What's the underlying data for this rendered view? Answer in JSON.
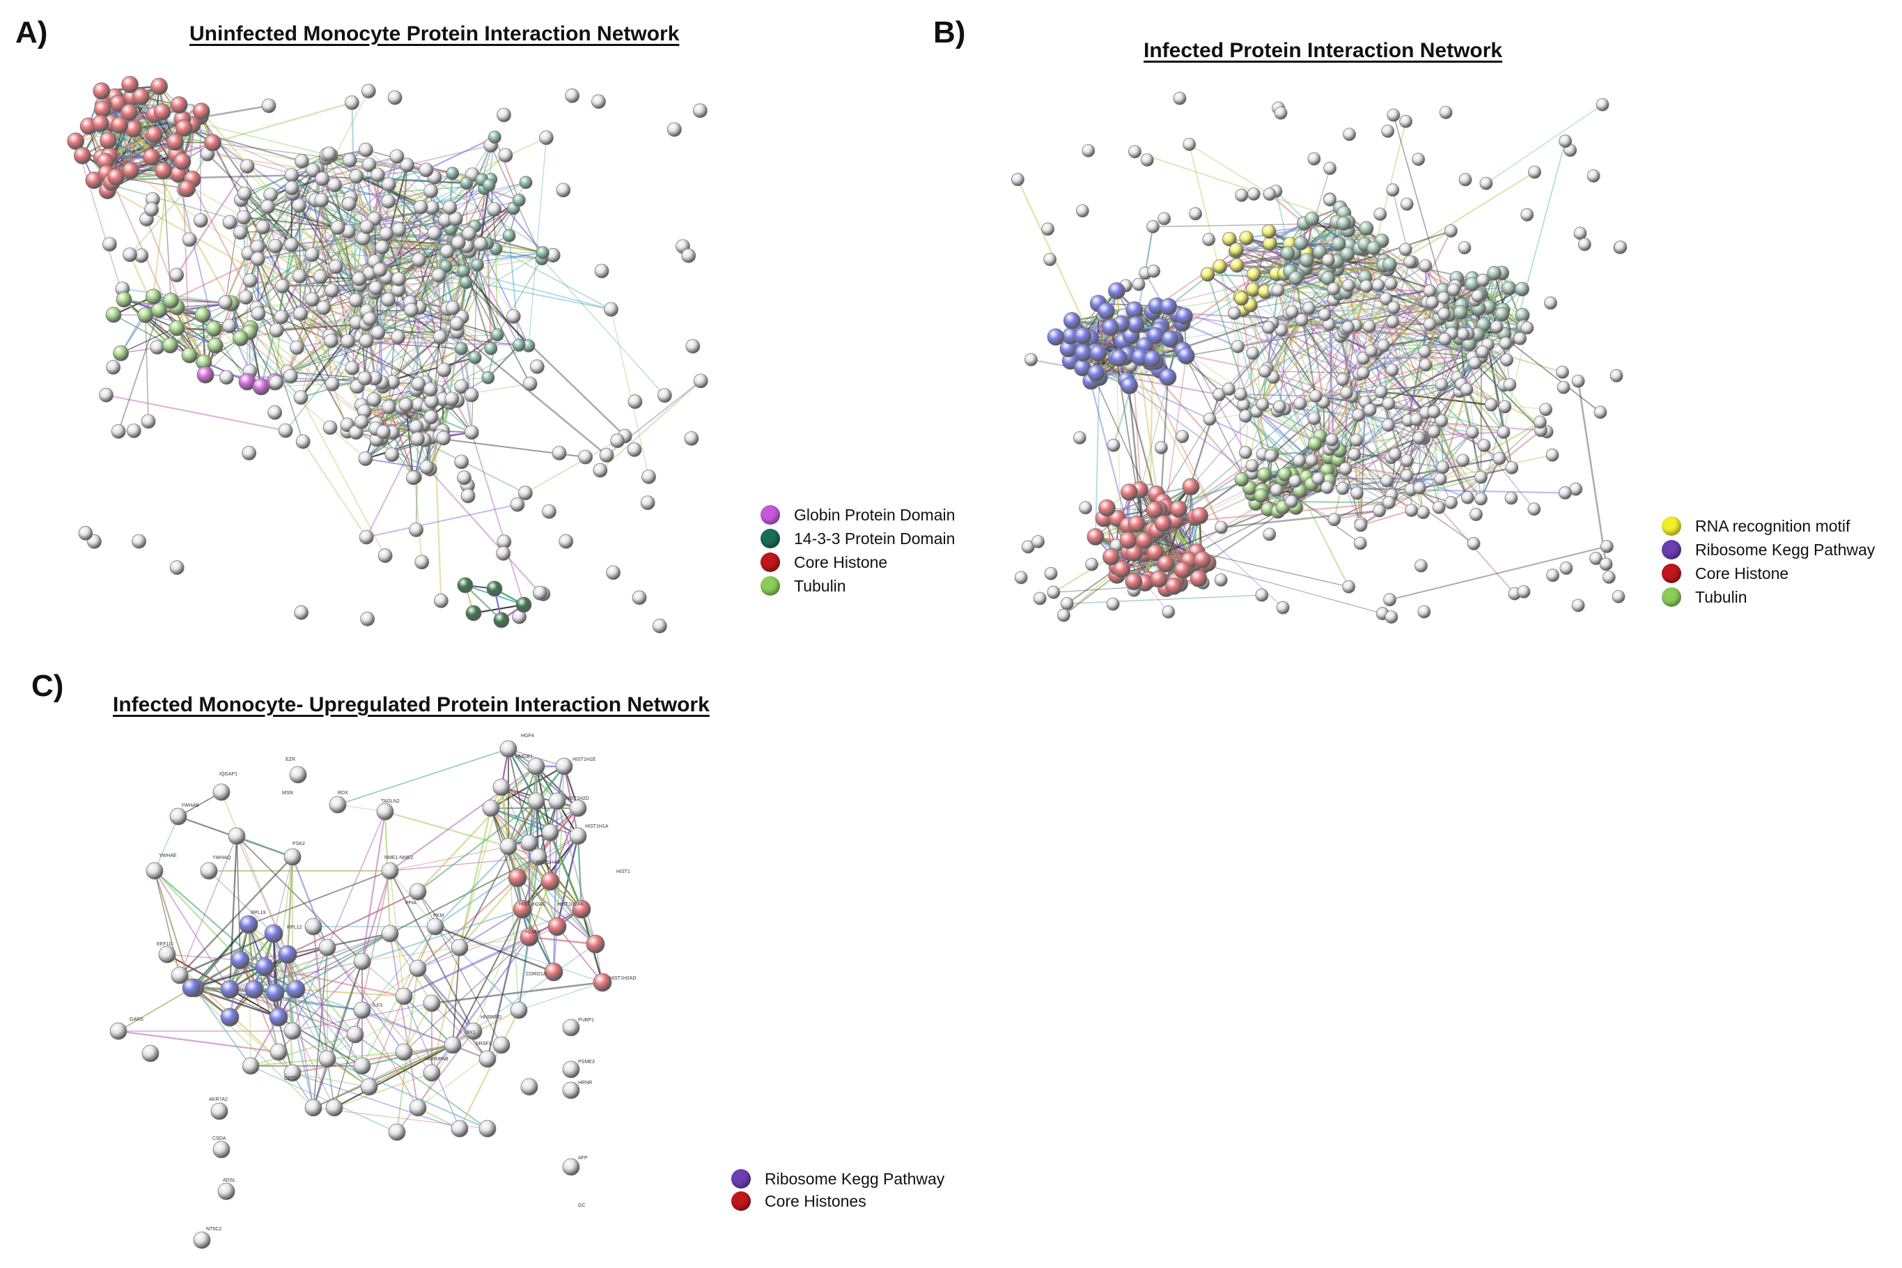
{
  "colors": {
    "globin": "#c45ad9",
    "protein_14_3_3": "#1b6e55",
    "core_histone": "#c0171c",
    "tubulin": "#8ccc5a",
    "rna_motif": "#eeee2a",
    "ribosome": "#6a3fb0",
    "node_grey": "#e4e4e8",
    "node_red": "#e8787c",
    "node_green": "#a9d98d",
    "node_blue": "#7a80e6",
    "node_yellow": "#f0ee6a",
    "node_magenta": "#d66ce0",
    "node_dkgreen": "#3f7a4e"
  },
  "panels": [
    {
      "id": "A",
      "letter": "A)",
      "title": "Uninfected Monocyte Protein Interaction Network",
      "legend": [
        {
          "label": "Globin Protein Domain",
          "color": "#c45ad9"
        },
        {
          "label": "14-3-3 Protein Domain",
          "color": "#1b6e55"
        },
        {
          "label": "Core Histone",
          "color": "#c0171c"
        },
        {
          "label": "Tubulin",
          "color": "#8ccc5a"
        }
      ]
    },
    {
      "id": "B",
      "letter": "B)",
      "title": "Infected Protein Interaction Network",
      "legend": [
        {
          "label": "RNA recognition motif",
          "color": "#eeee2a"
        },
        {
          "label": "Ribosome Kegg Pathway",
          "color": "#6a3fb0"
        },
        {
          "label": "Core Histone",
          "color": "#c0171c"
        },
        {
          "label": "Tubulin",
          "color": "#8ccc5a"
        }
      ]
    },
    {
      "id": "C",
      "letter": "C)",
      "title": "Infected Monocyte- Upregulated Protein Interaction Network",
      "legend": [
        {
          "label": "Ribosome Kegg Pathway",
          "color": "#6a3fb0"
        },
        {
          "label": "Core Histones",
          "color": "#c0171c"
        }
      ]
    }
  ],
  "panel_c_labels": [
    "IQGAP1",
    "EZR",
    "MSN",
    "RDX",
    "TAGLN2",
    "YWHAB",
    "YWHAE",
    "YWHAQ",
    "PSK2",
    "NME1-NME2",
    "EEF1G",
    "RPL19",
    "RPL12",
    "GARS",
    "ILF3",
    "YBX1",
    "SRSF1",
    "HNRNPD",
    "HNRNPAB",
    "CCT2",
    "AKR7A2",
    "CSDA",
    "ADSL",
    "NT5C2",
    "PUBP1",
    "PSME3",
    "HRNR",
    "AFP",
    "GC",
    "HGF4",
    "HMGB1",
    "HIST1H1E",
    "HIST1H2D",
    "HIST1H1A",
    "HIST1H4H",
    "HIST1",
    "HIST1H2AC",
    "HIST1H2AK",
    "H2AFX",
    "HIST1H2AD",
    "CORO1A",
    "PKM",
    "PPIA"
  ]
}
